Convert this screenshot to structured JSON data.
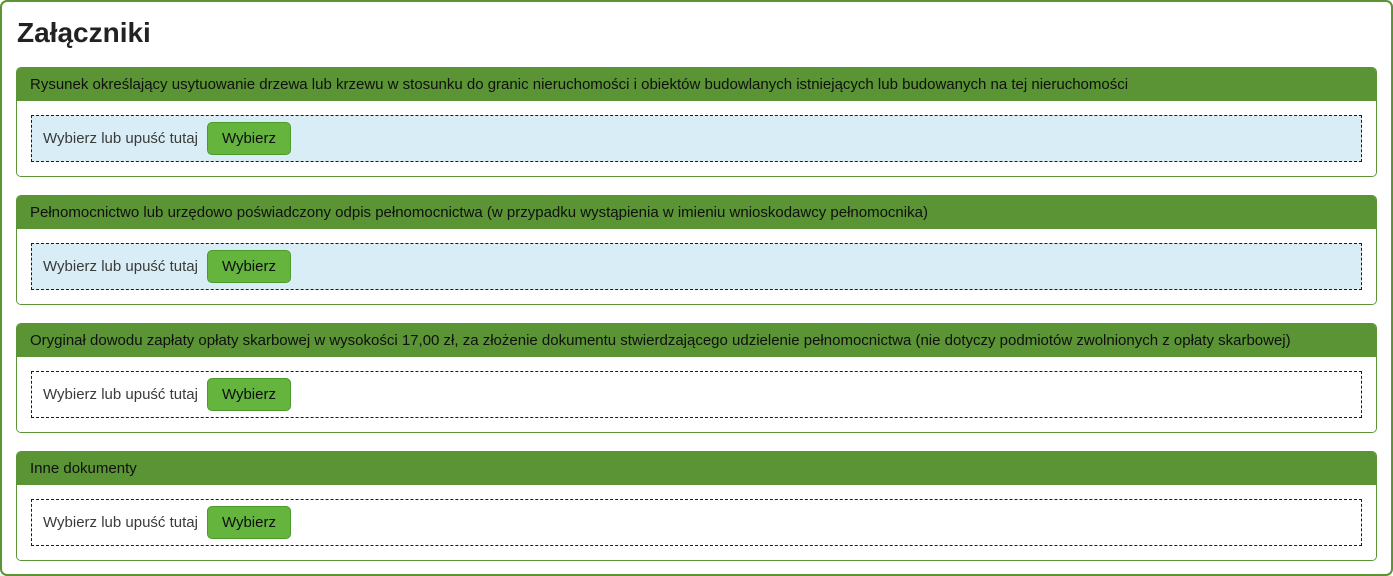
{
  "page": {
    "title": "Załączniki"
  },
  "colors": {
    "panel_green": "#5a9434",
    "button_green": "#64b43e",
    "button_border_green": "#4a9b2c",
    "dropzone_info_blue": "#d9edf7",
    "page_border_green": "#5a9434"
  },
  "attachments": {
    "dropzone_hint": "Wybierz lub upuść tutaj",
    "browse_button_label": "Wybierz",
    "sections": [
      {
        "title": "Rysunek określający usytuowanie drzewa lub krzewu w stosunku do granic nieruchomości i obiektów budowlanych istniejących lub budowanych na tej nieruchomości",
        "highlighted": true
      },
      {
        "title": "Pełnomocnictwo lub urzędowo poświadczony odpis pełnomocnictwa (w przypadku wystąpienia w imieniu wnioskodawcy pełnomocnika)",
        "highlighted": true
      },
      {
        "title": "Oryginał dowodu zapłaty opłaty skarbowej w wysokości 17,00 zł, za złożenie dokumentu stwierdzającego udzielenie pełnomocnictwa (nie dotyczy podmiotów zwolnionych z opłaty skarbowej)",
        "highlighted": false
      },
      {
        "title": "Inne dokumenty",
        "highlighted": false
      }
    ]
  }
}
